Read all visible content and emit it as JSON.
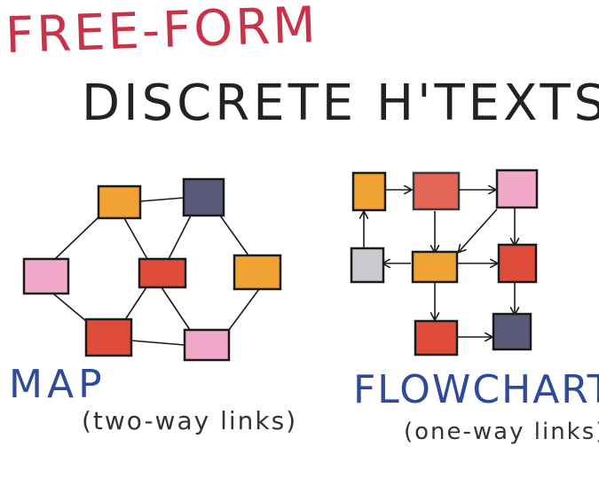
{
  "title": {
    "line1": "FREE-FORM",
    "line2": "DISCRETE H'TEXTS"
  },
  "map": {
    "label": "MAP",
    "caption": "(two-way links)"
  },
  "flowchart": {
    "label": "FLOWCHART",
    "caption": "(one-way links)"
  },
  "colors": {
    "title_red": "#c8334a",
    "label_blue": "#2f4a9a",
    "orange": "#f0a232",
    "purple_gray": "#5a5a78",
    "pink": "#f2a8c8",
    "red": "#e04c3a",
    "light_gray": "#c9c9cf"
  }
}
